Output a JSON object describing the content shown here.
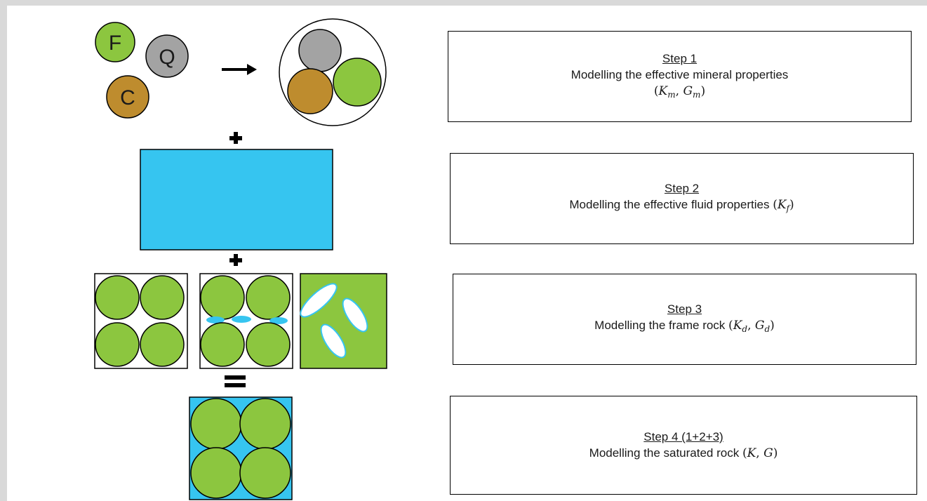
{
  "minerals": [
    {
      "letter": "F",
      "color": "#8cc63f"
    },
    {
      "letter": "Q",
      "color": "#a3a3a3"
    },
    {
      "letter": "C",
      "color": "#be8c2e"
    }
  ],
  "colors": {
    "fluid": "#36c5f0",
    "grain": "#8cc63f",
    "mineral_q": "#a3a3a3",
    "mineral_c": "#be8c2e"
  },
  "operators": [
    "+",
    "+",
    "="
  ],
  "steps": [
    {
      "title": "Step 1",
      "text": "Modelling the effective mineral properties",
      "symbols": [
        {
          "s": "K",
          "sub": "m"
        },
        {
          "s": "G",
          "sub": "m"
        }
      ]
    },
    {
      "title": "Step 2",
      "text": "Modelling the effective fluid properties",
      "symbols": [
        {
          "s": "K",
          "sub": "f"
        }
      ]
    },
    {
      "title": "Step 3",
      "text": "Modelling the frame rock",
      "symbols": [
        {
          "s": "K",
          "sub": "d"
        },
        {
          "s": "G",
          "sub": "d"
        }
      ]
    },
    {
      "title": "Step 4 (1+2+3)",
      "text": "Modelling the saturated rock",
      "symbols": [
        {
          "s": "K",
          "sub": ""
        },
        {
          "s": "G",
          "sub": ""
        }
      ]
    }
  ]
}
